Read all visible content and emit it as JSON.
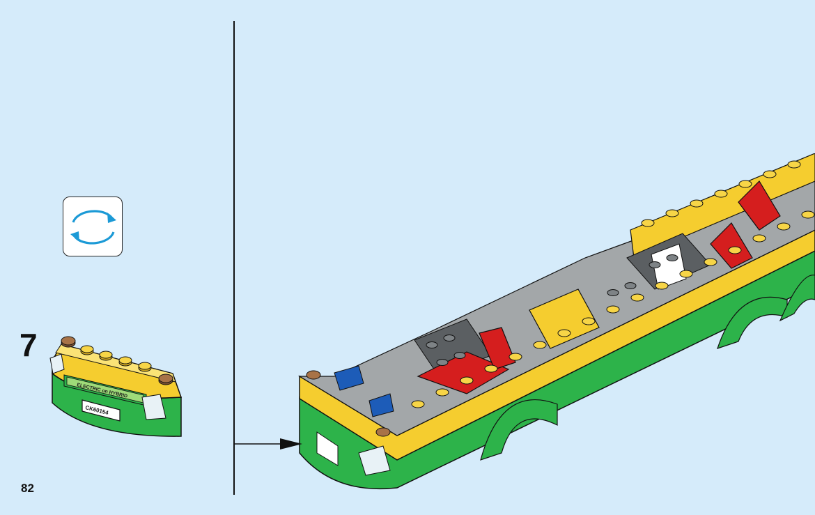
{
  "step": {
    "number": "7"
  },
  "page": {
    "number": "82"
  },
  "rotate_icon": {
    "name": "rotate-model-icon",
    "color": "#1c9ad6"
  },
  "parts": {
    "sticker_top": "ELECTRIC",
    "sticker_mid": "HYBRID",
    "license_plate": "CK60154"
  },
  "colors": {
    "background": "#d5ebfa",
    "green": "#2db34a",
    "yellow": "#f5cd2f",
    "red": "#d51e1e",
    "gray": "#a3a7a9",
    "dark_gray": "#5b5f62",
    "blue": "#1d5cb8",
    "white": "#ffffff"
  }
}
